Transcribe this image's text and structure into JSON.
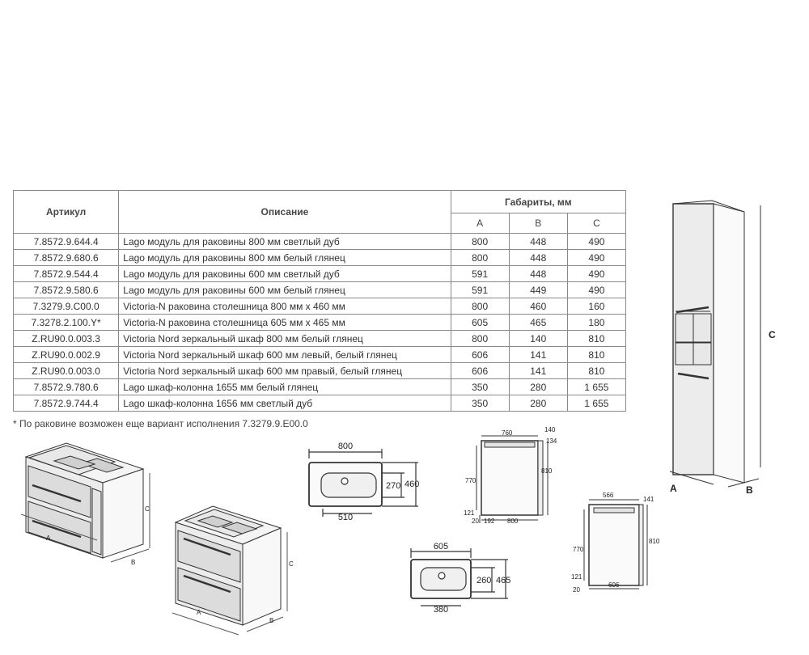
{
  "table": {
    "headers": {
      "article": "Артикул",
      "description": "Описание",
      "dimensions": "Габариты, мм",
      "a": "A",
      "b": "B",
      "c": "C"
    },
    "rows": [
      {
        "article": "7.8572.9.644.4",
        "description": "Lago модуль для раковины 800 мм светлый дуб",
        "a": "800",
        "b": "448",
        "c": "490"
      },
      {
        "article": "7.8572.9.680.6",
        "description": "Lago модуль для раковины 800 мм белый глянец",
        "a": "800",
        "b": "448",
        "c": "490"
      },
      {
        "article": "7.8572.9.544.4",
        "description": "Lago модуль для раковины 600 мм светлый дуб",
        "a": "591",
        "b": "448",
        "c": "490"
      },
      {
        "article": "7.8572.9.580.6",
        "description": "Lago модуль для раковины 600 мм белый глянец",
        "a": "591",
        "b": "449",
        "c": "490"
      },
      {
        "article": "7.3279.9.C00.0",
        "description": "Victoria-N раковина столешница 800 мм х 460 мм",
        "a": "800",
        "b": "460",
        "c": "160"
      },
      {
        "article": "7.3278.2.100.Y*",
        "description": "Victoria-N раковина столешница 605 мм х 465 мм",
        "a": "605",
        "b": "465",
        "c": "180"
      },
      {
        "article": "Z.RU90.0.003.3",
        "description": "Victoria Nord зеркальный шкаф 800 мм белый глянец",
        "a": "800",
        "b": "140",
        "c": "810"
      },
      {
        "article": "Z.RU90.0.002.9",
        "description": "Victoria Nord зеркальный шкаф 600 мм левый, белый глянец",
        "a": "606",
        "b": "141",
        "c": "810"
      },
      {
        "article": "Z.RU90.0.003.0",
        "description": "Victoria Nord зеркальный шкаф 600 мм правый, белый глянец",
        "a": "606",
        "b": "141",
        "c": "810"
      },
      {
        "article": "7.8572.9.780.6",
        "description": "Lago шкаф-колонна 1655 мм белый глянец",
        "a": "350",
        "b": "280",
        "c": "1 655"
      },
      {
        "article": "7.8572.9.744.4",
        "description": "Lago шкаф-колонна 1656 мм светлый дуб",
        "a": "350",
        "b": "280",
        "c": "1 655"
      }
    ]
  },
  "footnote": "* По раковине возможен еще вариант исполнения 7.3279.9.E00.0",
  "drawings": {
    "vanity_800": {
      "a": "A",
      "b": "B",
      "c": "C"
    },
    "vanity_600": {
      "a": "A",
      "b": "B",
      "c": "C"
    },
    "sink_800": {
      "width": "800",
      "depth": "460",
      "bowl_depth": "270",
      "drain": "510"
    },
    "sink_605": {
      "width": "605",
      "depth": "465",
      "bowl_depth": "260",
      "drain": "380"
    },
    "mirror_800": {
      "width": "760",
      "depth": "140",
      "top": "134",
      "height": "810",
      "mirror_h": "770",
      "bottom": "121",
      "base": "20",
      "offset": "192",
      "base_w": "800"
    },
    "mirror_600": {
      "width": "566",
      "depth": "141",
      "height": "810",
      "mirror_h": "770",
      "bottom": "121",
      "base": "20",
      "base_w": "606"
    },
    "column": {
      "a": "A",
      "b": "B",
      "c": "C"
    }
  }
}
